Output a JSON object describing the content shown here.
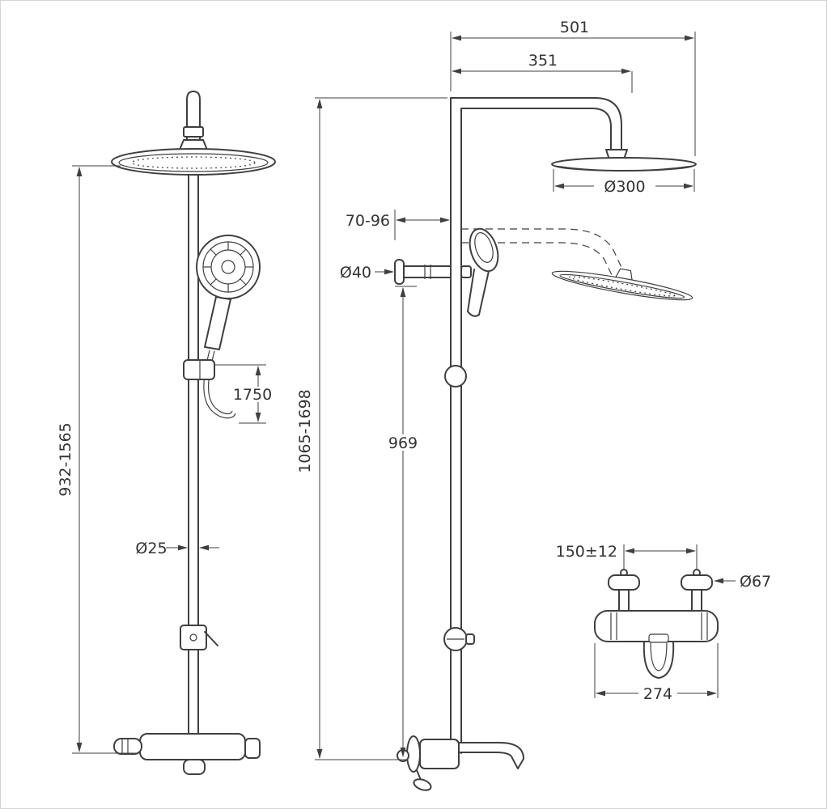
{
  "page": {
    "background": "#ffffff",
    "line_color": "#3f3f3f",
    "text_color": "#333333",
    "subject": "shower column technical dimension drawing"
  },
  "front_view": {
    "height_range_label": "932-1565",
    "hose_length_label": "1750",
    "pipe_diameter_label": "Ø25"
  },
  "side_view": {
    "top_width_label": "501",
    "arm_projection_label": "351",
    "head_diameter_label": "Ø300",
    "wall_offset_label": "70-96",
    "flange_diameter_label": "Ø40",
    "total_height_label": "1065-1698",
    "lower_height_label": "969"
  },
  "valve_detail": {
    "inlet_spacing_label": "150±12",
    "escutcheon_diameter_label": "Ø67",
    "body_width_label": "274"
  }
}
